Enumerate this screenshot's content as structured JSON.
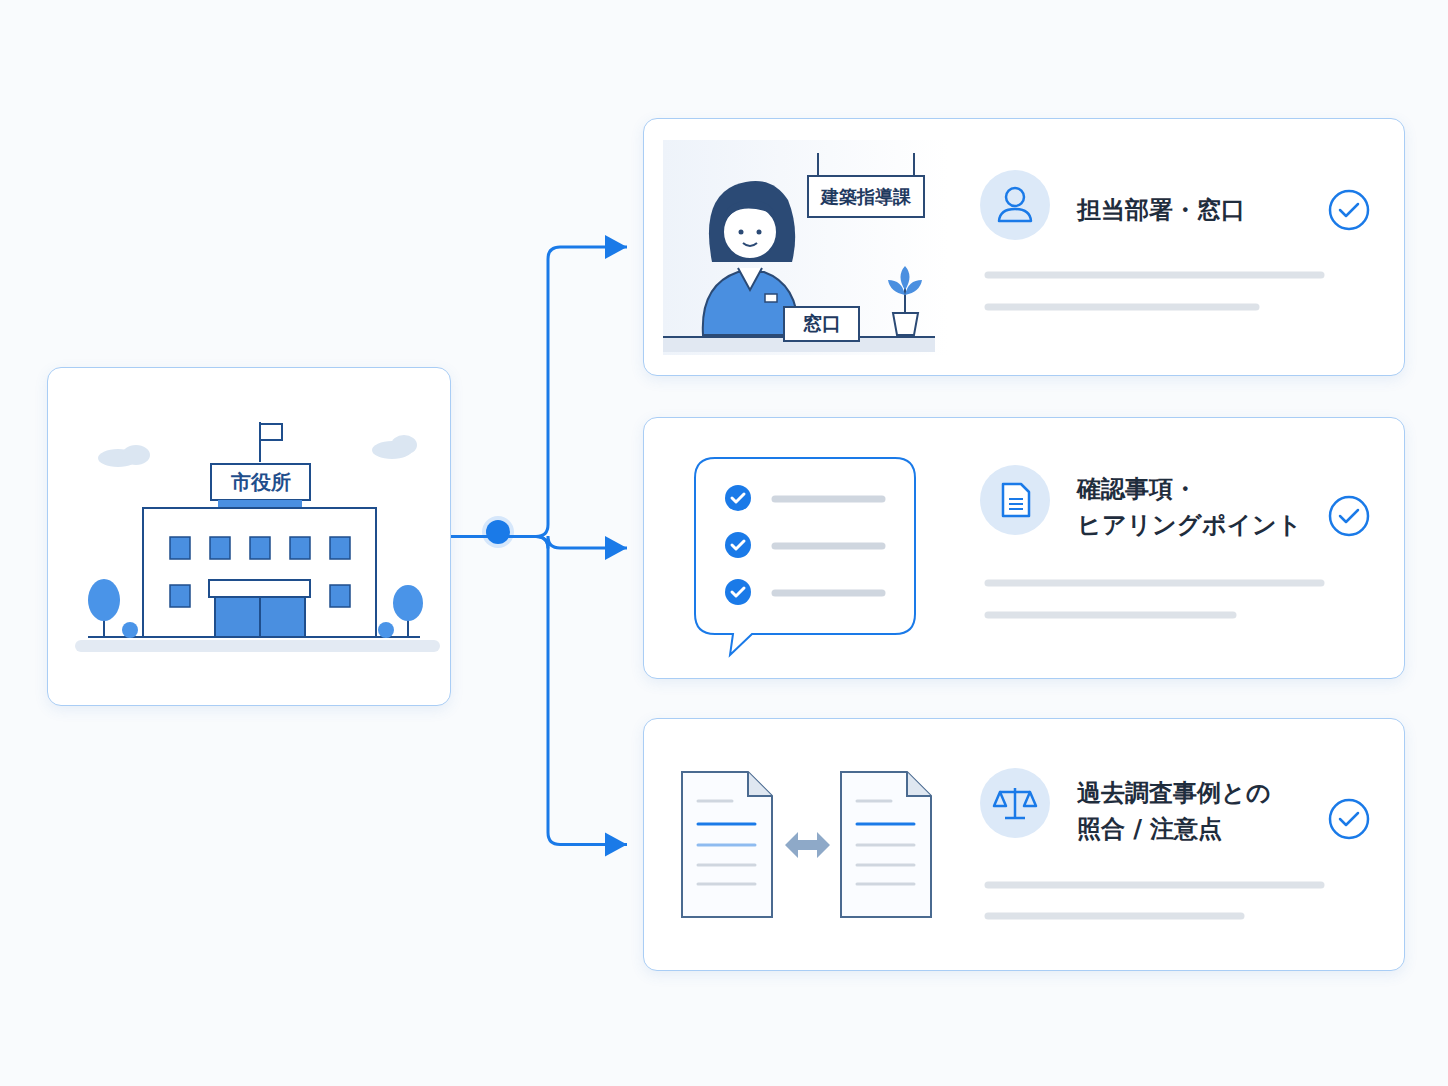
{
  "diagram": {
    "nodes": [
      {
        "text": [
          "市役所"
        ]
      },
      {
        "text": [
          "担当部署・窓口"
        ]
      },
      {
        "text": [
          "確認事項・ ヒアリングポイント"
        ]
      },
      {
        "text": [
          "過去調査事例との 照合 / 注意点"
        ]
      }
    ],
    "edges": [
      {
        "from": 0,
        "to": 1,
        "arrow": "to"
      },
      {
        "from": 0,
        "to": 2,
        "arrow": "to"
      },
      {
        "from": 0,
        "to": 3,
        "arrow": "to"
      }
    ],
    "labels": [
      "建築指導課",
      "窓口"
    ]
  }
}
